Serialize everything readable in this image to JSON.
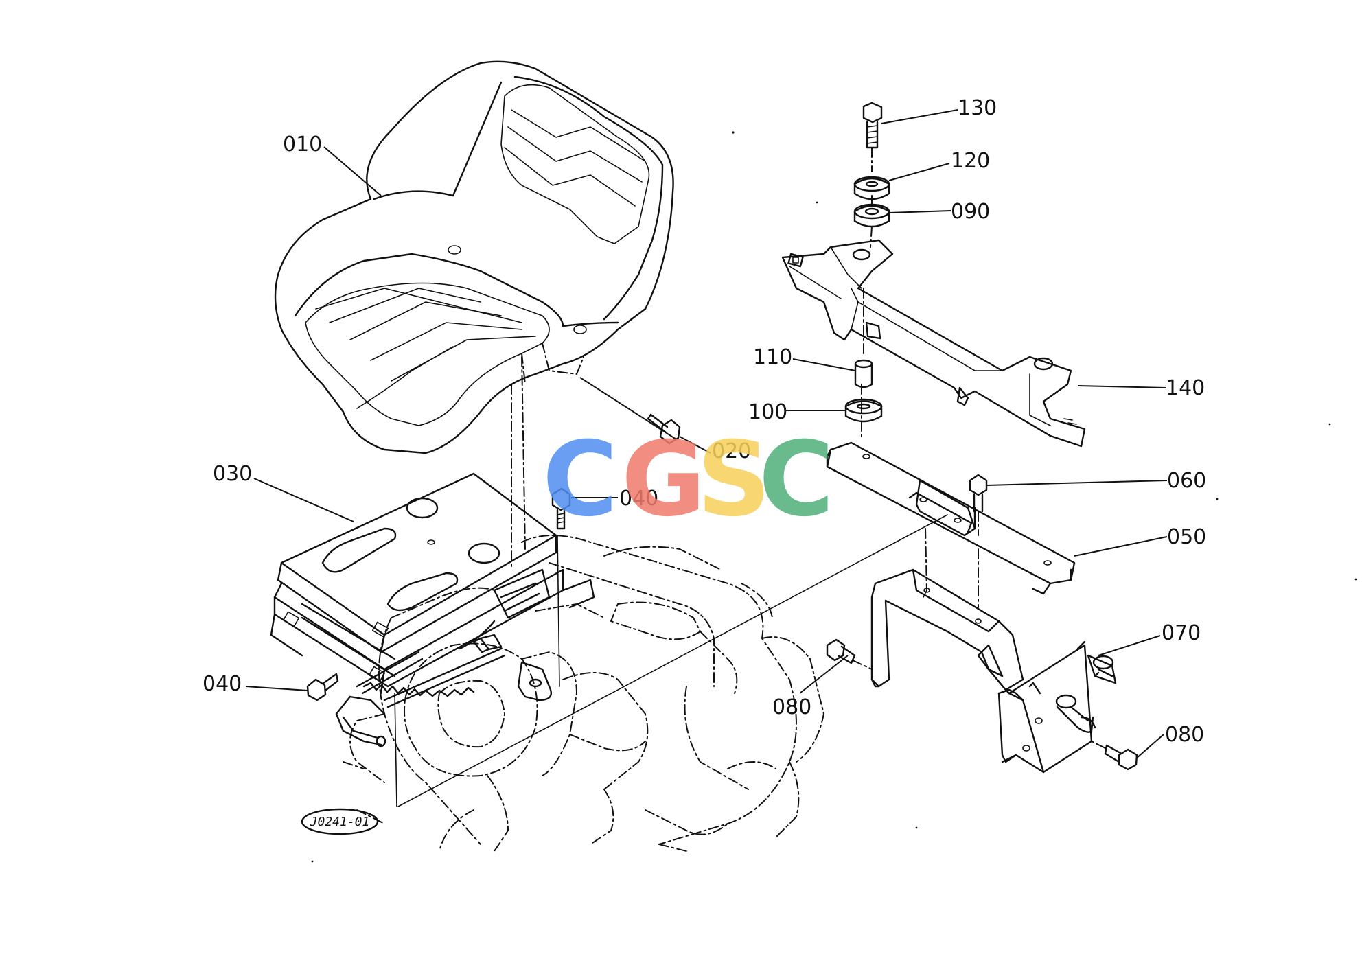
{
  "diagram": {
    "callouts": {
      "c010": "010",
      "c020": "020",
      "c030": "030",
      "c040a": "040",
      "c040b": "040",
      "c050": "050",
      "c060": "060",
      "c070": "070",
      "c080a": "080",
      "c080b": "080",
      "c090": "090",
      "c100": "100",
      "c110": "110",
      "c120": "120",
      "c130": "130",
      "c140": "140"
    },
    "reference_code": "J0241-01"
  },
  "watermark": {
    "letters": [
      "C",
      "G",
      "S",
      "C"
    ],
    "colors": [
      "#4f8ef0",
      "#f07a6c",
      "#f7d15a",
      "#4fae7a"
    ]
  }
}
